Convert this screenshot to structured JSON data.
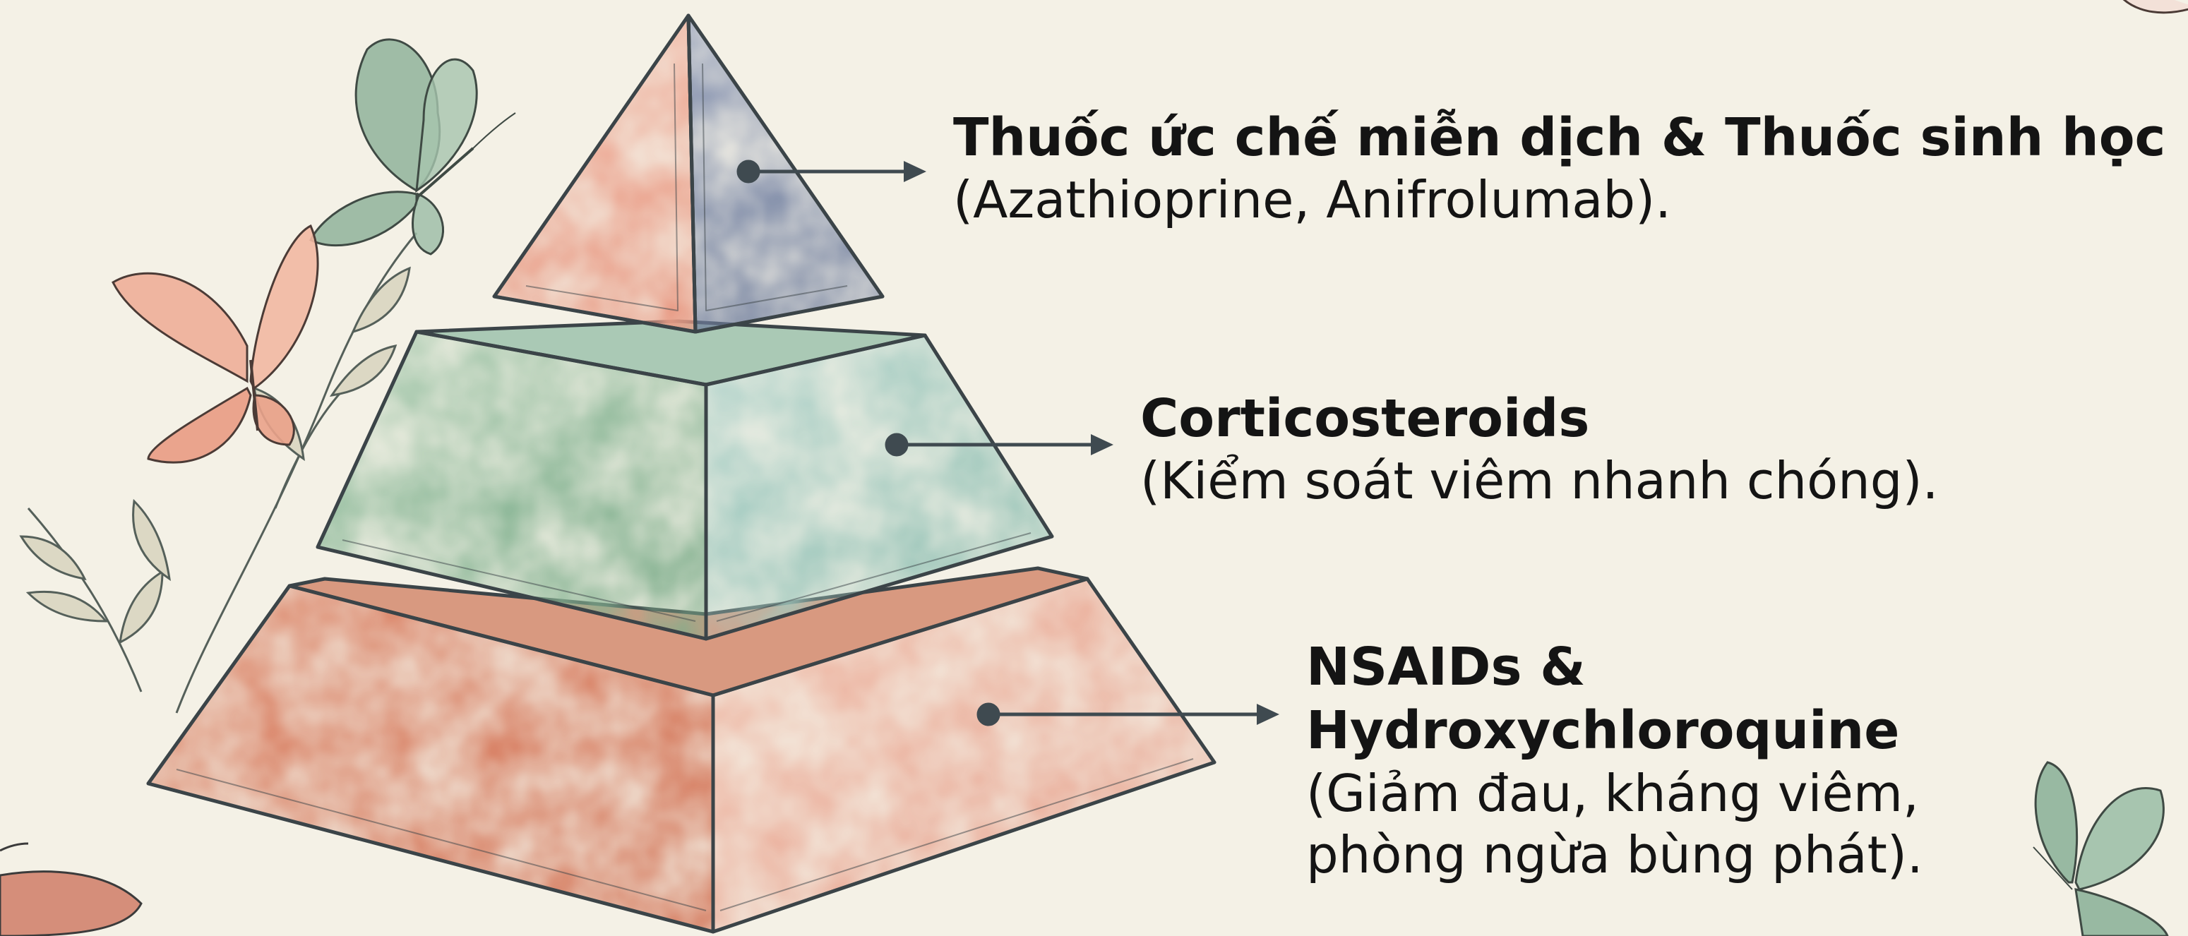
{
  "tiers": [
    {
      "level": "top",
      "title": "Thuốc ức chế miễn dịch & Thuốc sinh học",
      "detail": "(Azathioprine, Anifrolumab).",
      "color": "#7b8aa6"
    },
    {
      "level": "middle",
      "title": "Corticosteroids",
      "detail": "(Kiểm soát viêm nhanh chóng).",
      "color": "#8fb79b"
    },
    {
      "level": "bottom",
      "title": "NSAIDs & Hydroxychloroquine",
      "detail": "(Giảm đau, kháng viêm, phòng ngừa bùng phát).",
      "color": "#d9826a"
    }
  ],
  "colors": {
    "background": "#f4f1e6",
    "outline": "#3b4448",
    "text": "#141414"
  },
  "decor_icons": [
    "butterfly-icon",
    "leaf-branch-icon"
  ]
}
